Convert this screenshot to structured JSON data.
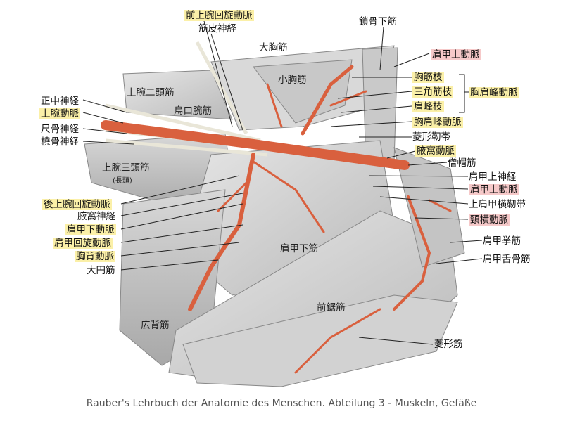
{
  "labels": {
    "ant_circumflex_humeral_a": "前上腕回旋動脈",
    "musculocutaneous_n": "筋皮神経",
    "subclavius_m": "鎖骨下筋",
    "suprascapular_a_top": "肩甲上動脈",
    "pectoralis_major_m": "大胸筋",
    "pectoralis_minor_m": "小胸筋",
    "biceps_brachii_m": "上腕二頭筋",
    "coracobrachialis_m": "烏口腕筋",
    "median_n": "正中神経",
    "brachial_a": "上腕動脈",
    "ulnar_n": "尺骨神経",
    "radial_n": "橈骨神経",
    "pectoral_branch": "胸筋枝",
    "deltoid_branch": "三角筋枝",
    "acromial_branch": "肩峰枝",
    "thoracoacromial_a_group": "胸肩峰動脈",
    "thoracoacromial_a": "胸肩峰動脈",
    "trapezoid_lig": "菱形靭帯",
    "axillary_a": "腋窩動脈",
    "trapezius_m": "僧帽筋",
    "suprascapular_n": "肩甲上神経",
    "suprascapular_a": "肩甲上動脈",
    "sup_transverse_scapular_lig": "上肩甲横靭帯",
    "transverse_cervical_a": "頸横動脈",
    "triceps_brachii_m": "上腕三頭筋",
    "long_head": "(長頭)",
    "post_circumflex_humeral_a": "後上腕回旋動脈",
    "axillary_n": "腋窩神経",
    "subscapular_a": "肩甲下動脈",
    "circumflex_scapular_a": "肩甲回旋動脈",
    "thoracodorsal_a": "胸背動脈",
    "teres_major_m": "大円筋",
    "subscapularis_m": "肩甲下筋",
    "levator_scapulae_m": "肩甲挙筋",
    "omohyoid_m": "肩甲舌骨筋",
    "serratus_anterior_m": "前鋸筋",
    "latissimus_dorsi_m": "広背筋",
    "rhomboid_m": "菱形筋"
  },
  "caption": "Rauber's Lehrbuch der Anatomie des Menschen. Abteilung 3 - Muskeln, Gefäße",
  "colors": {
    "artery": "#d9603e",
    "muscle": "#cfcfcf",
    "highlight_yellow": "#fbf0a8",
    "highlight_pink": "#f6c9c9"
  }
}
